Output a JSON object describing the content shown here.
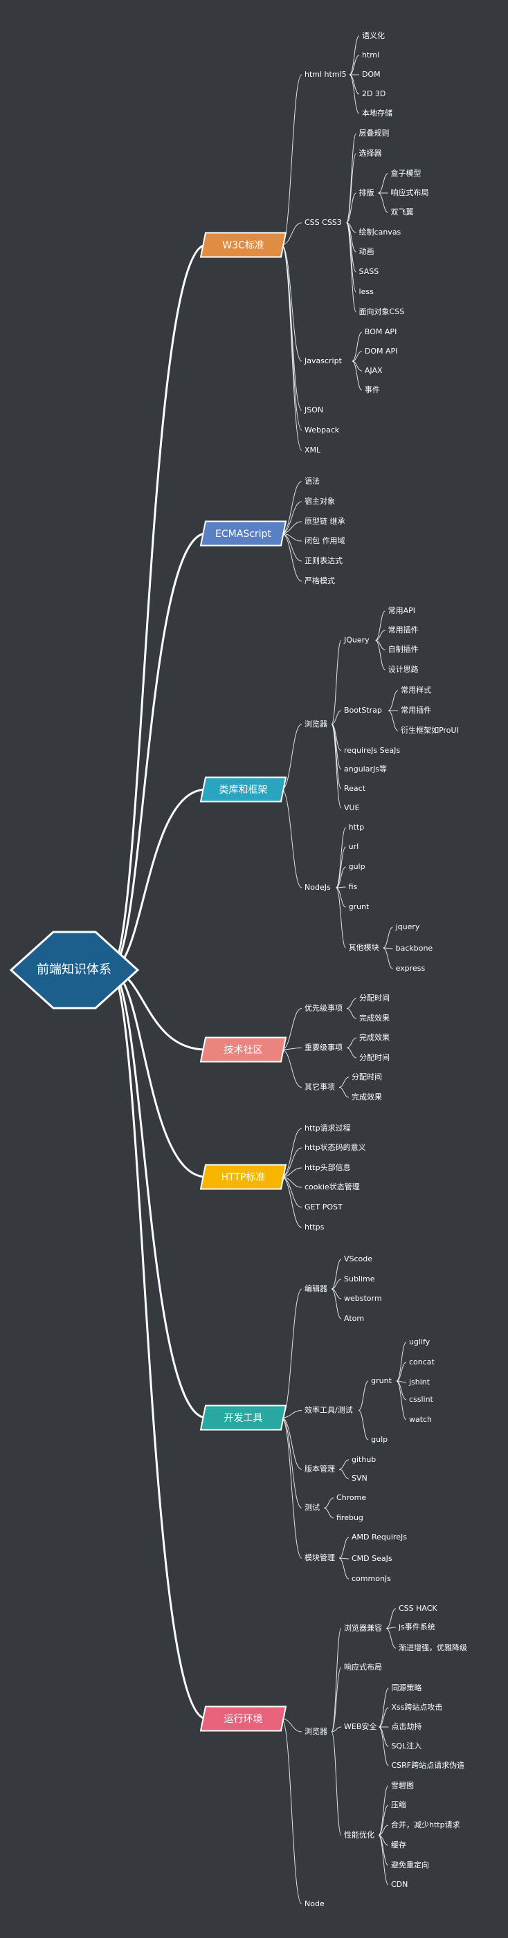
{
  "root": "前端知识体系",
  "colors": {
    "background": "#353a3e",
    "line": "#ffffff",
    "text": "#ffffff",
    "root_fill": "#1d5f8c"
  },
  "branches": [
    {
      "label": "W3C标准",
      "color": "#e08c43",
      "children": [
        {
          "label": "html html5",
          "children": [
            {
              "label": "语义化"
            },
            {
              "label": "html"
            },
            {
              "label": "DOM"
            },
            {
              "label": "2D 3D"
            },
            {
              "label": "本地存储"
            }
          ]
        },
        {
          "label": "CSS CSS3",
          "children": [
            {
              "label": "层叠规则"
            },
            {
              "label": "选择器"
            },
            {
              "label": "排版",
              "children": [
                {
                  "label": "盒子模型"
                },
                {
                  "label": "响应式布局"
                },
                {
                  "label": "双飞翼"
                }
              ]
            },
            {
              "label": "绘制canvas"
            },
            {
              "label": "动画"
            },
            {
              "label": "SASS"
            },
            {
              "label": "less"
            },
            {
              "label": "面向对象CSS"
            }
          ]
        },
        {
          "label": "Javascript",
          "children": [
            {
              "label": "BOM API"
            },
            {
              "label": "DOM API"
            },
            {
              "label": "AJAX"
            },
            {
              "label": "事件"
            }
          ]
        },
        {
          "label": "JSON"
        },
        {
          "label": "Webpack"
        },
        {
          "label": "XML"
        }
      ]
    },
    {
      "label": "ECMAScript",
      "color": "#5b7fc5",
      "children": [
        {
          "label": "语法"
        },
        {
          "label": "宿主对象"
        },
        {
          "label": "原型链 继承"
        },
        {
          "label": "闭包 作用域"
        },
        {
          "label": "正则表达式"
        },
        {
          "label": "严格模式"
        }
      ]
    },
    {
      "label": "类库和框架",
      "color": "#2aa5c0",
      "children": [
        {
          "label": "浏览器",
          "children": [
            {
              "label": "JQuery",
              "children": [
                {
                  "label": "常用API"
                },
                {
                  "label": "常用插件"
                },
                {
                  "label": "自制插件"
                },
                {
                  "label": "设计思路"
                }
              ]
            },
            {
              "label": "BootStrap",
              "children": [
                {
                  "label": "常用样式"
                },
                {
                  "label": "常用插件"
                },
                {
                  "label": "衍生框架如ProUI"
                }
              ]
            },
            {
              "label": "requireJs SeaJs"
            },
            {
              "label": "angularJs等"
            },
            {
              "label": "React"
            },
            {
              "label": "VUE"
            }
          ]
        },
        {
          "label": "NodeJs",
          "children": [
            {
              "label": "http"
            },
            {
              "label": "url"
            },
            {
              "label": "gulp"
            },
            {
              "label": "fis"
            },
            {
              "label": "grunt"
            },
            {
              "label": "其他模块",
              "children": [
                {
                  "label": "jquery"
                },
                {
                  "label": "backbone"
                },
                {
                  "label": "express"
                }
              ]
            }
          ]
        }
      ]
    },
    {
      "label": "技术社区",
      "color": "#e9847f",
      "children": [
        {
          "label": "优先级事项",
          "children": [
            {
              "label": "分配时间"
            },
            {
              "label": "完成效果"
            }
          ]
        },
        {
          "label": "重要级事项",
          "children": [
            {
              "label": "完成效果"
            },
            {
              "label": "分配时间"
            }
          ]
        },
        {
          "label": "其它事项",
          "children": [
            {
              "label": "分配时间"
            },
            {
              "label": "完成效果"
            }
          ]
        }
      ]
    },
    {
      "label": "HTTP标准",
      "color": "#f8b500",
      "children": [
        {
          "label": "http请求过程"
        },
        {
          "label": "http状态码的意义"
        },
        {
          "label": "http头部信息"
        },
        {
          "label": "cookie状态管理"
        },
        {
          "label": "GET POST"
        },
        {
          "label": "https"
        }
      ]
    },
    {
      "label": "开发工具",
      "color": "#2aa7a0",
      "children": [
        {
          "label": "编辑器",
          "children": [
            {
              "label": "VScode"
            },
            {
              "label": "Sublime"
            },
            {
              "label": "webstorm"
            },
            {
              "label": "Atom"
            }
          ]
        },
        {
          "label": "效率工具/测试",
          "children": [
            {
              "label": "grunt",
              "children": [
                {
                  "label": "uglify"
                },
                {
                  "label": "concat"
                },
                {
                  "label": "jshint"
                },
                {
                  "label": "csslint"
                },
                {
                  "label": "watch"
                }
              ]
            },
            {
              "label": "gulp"
            }
          ]
        },
        {
          "label": "版本管理",
          "children": [
            {
              "label": "github"
            },
            {
              "label": "SVN"
            }
          ]
        },
        {
          "label": "测试",
          "children": [
            {
              "label": "Chrome"
            },
            {
              "label": "firebug"
            }
          ]
        },
        {
          "label": "模块管理",
          "children": [
            {
              "label": "AMD RequireJs"
            },
            {
              "label": "CMD SeaJs"
            },
            {
              "label": "commonJs"
            }
          ]
        }
      ]
    },
    {
      "label": "运行环境",
      "color": "#e8627c",
      "children": [
        {
          "label": "浏览器",
          "children": [
            {
              "label": "浏览器兼容",
              "children": [
                {
                  "label": "CSS HACK"
                },
                {
                  "label": "js事件系统"
                },
                {
                  "label": "渐进增强，优雅降级"
                }
              ]
            },
            {
              "label": "响应式布局"
            },
            {
              "label": "WEB安全",
              "children": [
                {
                  "label": "同源策略"
                },
                {
                  "label": "Xss跨站点攻击"
                },
                {
                  "label": "点击劫持"
                },
                {
                  "label": "SQL注入"
                },
                {
                  "label": "CSRF跨站点请求伪造"
                }
              ]
            },
            {
              "label": "性能优化",
              "children": [
                {
                  "label": "雪碧图"
                },
                {
                  "label": "压缩"
                },
                {
                  "label": "合并，减少http请求"
                },
                {
                  "label": "缓存"
                },
                {
                  "label": "避免重定向"
                },
                {
                  "label": "CDN"
                }
              ]
            }
          ]
        },
        {
          "label": "Node"
        }
      ]
    }
  ]
}
